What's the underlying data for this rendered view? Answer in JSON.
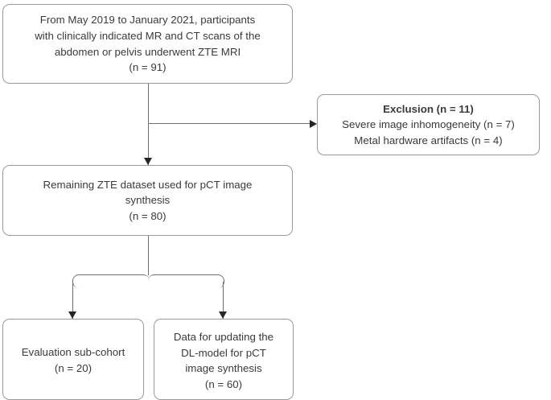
{
  "diagram": {
    "title": "Participant flow diagram for ZTE MRI to pCT image synthesis study",
    "type": "flowchart",
    "colors": {
      "text": "#3a3a3a",
      "box_border": "#9a9a9a",
      "connector": "#6f6f6f",
      "arrowhead": "#262626",
      "background": "#ffffff"
    }
  },
  "nodes": {
    "enrollment": {
      "id": "enrollment",
      "text": "From May 2019 to January 2021, participants\nwith clinically indicated MR and CT scans of the\nabdomen or pelvis underwent ZTE MRI\n(n = 91)",
      "count_label": "(n = 91)",
      "count": 91
    },
    "exclusion": {
      "id": "exclusion",
      "heading": "Exclusion (n = 11)",
      "count": 11,
      "reasons": "Severe image inhomogeneity (n = 7)\nMetal hardware artifacts (n = 4)",
      "reason_items": [
        {
          "label": "Severe image inhomogeneity (n = 7)",
          "count": 7
        },
        {
          "label": "Metal hardware artifacts (n = 4)",
          "count": 4
        }
      ]
    },
    "remaining": {
      "id": "remaining",
      "text": "Remaining ZTE dataset used for pCT image\nsynthesis\n(n = 80)",
      "count_label": "(n = 80)",
      "count": 80
    },
    "evaluation": {
      "id": "evaluation",
      "text": "Evaluation sub-cohort\n(n = 20)",
      "count_label": "(n = 20)",
      "count": 20
    },
    "update": {
      "id": "update",
      "text": "Data for updating the\nDL-model for pCT\nimage synthesis\n(n = 60)",
      "count_label": "(n = 60)",
      "count": 60
    }
  },
  "edges": [
    {
      "from": "enrollment",
      "to": "exclusion",
      "style": "elbow-right-arrow"
    },
    {
      "from": "enrollment",
      "to": "remaining",
      "style": "straight-down-arrow"
    },
    {
      "from": "remaining",
      "to": "evaluation",
      "style": "split-left-arrow"
    },
    {
      "from": "remaining",
      "to": "update",
      "style": "split-right-arrow"
    }
  ]
}
